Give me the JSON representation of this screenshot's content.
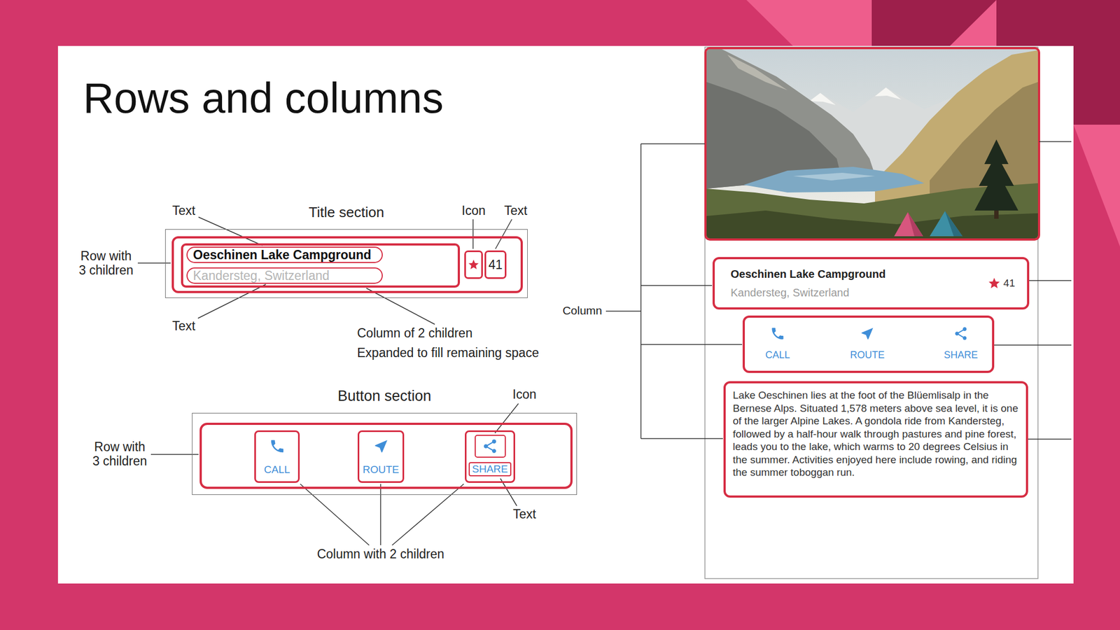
{
  "diagram": {
    "title": "Rows and columns",
    "nodes": [
      {
        "text": [
          "Title section"
        ]
      },
      {
        "text": [
          "Oeschinen Lake Campground"
        ],
        "in": 0
      },
      {
        "text": [
          "Kandersteg, Switzerland"
        ],
        "in": 0
      },
      {
        "text": [
          "41"
        ],
        "in": 0
      },
      {
        "text": [
          "Button section"
        ]
      },
      {
        "text": [
          "CALL"
        ],
        "in": 4
      },
      {
        "text": [
          "ROUTE"
        ],
        "in": 4
      },
      {
        "text": [
          "SHARE"
        ],
        "in": 4
      },
      {
        "text": [
          "Oeschinen Lake Campground",
          "Kandersteg, Switzerland",
          "41"
        ]
      },
      {
        "text": [
          "CALL",
          "ROUTE",
          "SHARE"
        ]
      },
      {
        "text": [
          "Lake Oeschinen lies at the foot of the Blüemlisalp in the Bernese Alps. Situated 1,578 meters above sea level, it is one of the larger Alpine Lakes. A gondola ride from Kandersteg, followed by a half-hour walk through pastures and pine forest, leads you to the lake, which warms to 20 degrees Celsius in the summer. Activities enjoyed here include rowing, and riding the summer toboggan run."
        ]
      }
    ],
    "labels": [
      "Text",
      "Icon",
      "Text",
      "Row with 3 children",
      "Text",
      "Column of 2 children",
      "Expanded to fill remaining space",
      "Icon",
      "Row with 3 children",
      "Text",
      "Column with 2 children",
      "Column"
    ]
  }
}
